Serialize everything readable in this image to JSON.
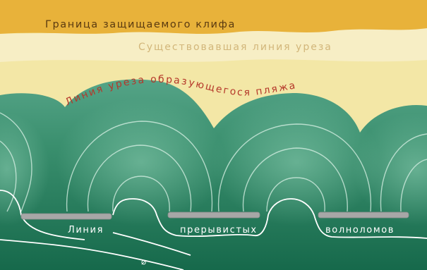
{
  "labels": {
    "cliff_boundary": "Граница защищаемого клифа",
    "former_shoreline": "Существовавшая линия уреза",
    "new_beach_shoreline": "Линия уреза образующегося пляжа",
    "breakwater_word_1": "Линия",
    "breakwater_word_2": "прерывистых",
    "breakwater_word_3": "волноломов",
    "bottom_symbol": "⌀"
  },
  "colors": {
    "cliff": "#e8b23a",
    "old_beach": "#f6ecc0",
    "new_beach": "#f3e7a6",
    "sea_light": "#5aa88a",
    "sea_dark": "#17704f",
    "breakwater": "#a9a9a9",
    "label_red": "#b5372a",
    "label_white": "#ffffff"
  }
}
